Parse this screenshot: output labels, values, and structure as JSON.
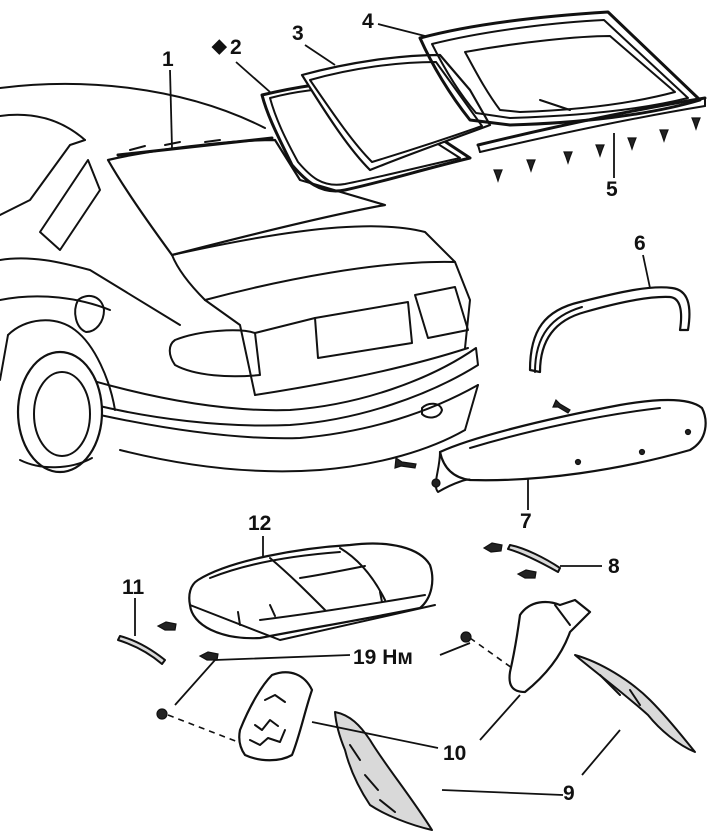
{
  "labels": {
    "l1": "1",
    "l2_marker": "◆",
    "l2": "2",
    "l3": "3",
    "l4": "4",
    "l5": "5",
    "l6": "6",
    "l7": "7",
    "l8": "8",
    "l9": "9",
    "l10": "10",
    "l11": "11",
    "l12": "12",
    "torque": "19 Нм"
  }
}
